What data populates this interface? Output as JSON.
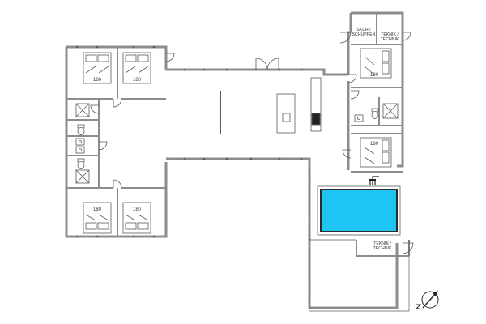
{
  "colors": {
    "wall": "#8c8c8c",
    "thin_line": "#5a5a5a",
    "pool_fill": "#1ec4f2",
    "pool_outline": "#2a2a2a",
    "background": "#ffffff"
  },
  "labels": {
    "shed": [
      "SKUR /",
      "SCHUPPEN"
    ],
    "technic_top": [
      "TEKNIK /",
      "TECHNIK"
    ],
    "technic_bottom": [
      "TEKNIK /",
      "TECHNIK"
    ]
  },
  "beds": [
    {
      "size": "180"
    },
    {
      "size": "180"
    },
    {
      "size": "180"
    },
    {
      "size": "180"
    },
    {
      "size": "180"
    },
    {
      "size": "180"
    }
  ],
  "icons": [
    "bed-icon",
    "toilet-icon",
    "sink-icon",
    "shower-icon",
    "shower-head-icon",
    "compass-icon",
    "pool-icon",
    "kitchen-island-icon",
    "stove-icon"
  ]
}
